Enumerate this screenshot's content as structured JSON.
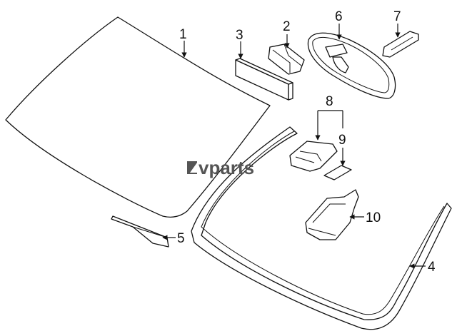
{
  "diagram": {
    "watermark": "vparts",
    "callouts": [
      {
        "id": "1",
        "label": "1",
        "part": "windshield-glass"
      },
      {
        "id": "2",
        "label": "2",
        "part": "bracket"
      },
      {
        "id": "3",
        "label": "3",
        "part": "strip"
      },
      {
        "id": "4",
        "label": "4",
        "part": "windshield-molding"
      },
      {
        "id": "5",
        "label": "5",
        "part": "side-molding"
      },
      {
        "id": "6",
        "label": "6",
        "part": "rearview-mirror"
      },
      {
        "id": "7",
        "label": "7",
        "part": "mirror-mount"
      },
      {
        "id": "8",
        "label": "8",
        "part": "sensor-assembly"
      },
      {
        "id": "9",
        "label": "9",
        "part": "adhesive-pad"
      },
      {
        "id": "10",
        "label": "10",
        "part": "sensor-cover"
      }
    ]
  }
}
